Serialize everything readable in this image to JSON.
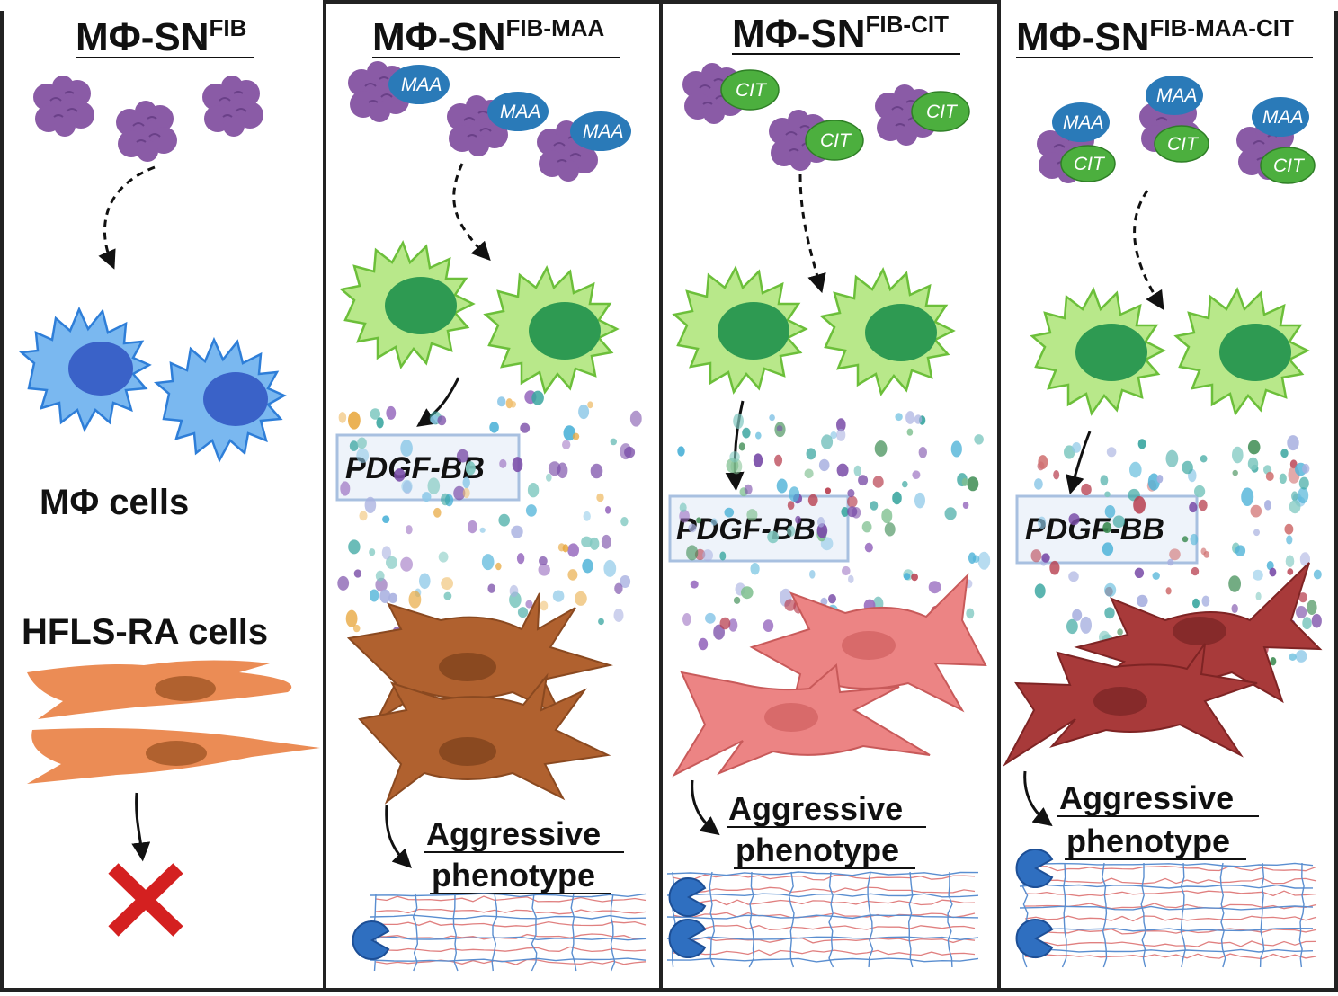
{
  "panels": [
    {
      "title_main": "MΦ-SN",
      "title_sup": "FIB",
      "cells_label": "MΦ cells",
      "hfls_label": "HFLS-RA cells",
      "outcome": "no-effect (red cross)"
    },
    {
      "title_main": "MΦ-SN",
      "title_sup": "FIB-MAA",
      "pdgf_label": "PDGF-BB",
      "phenotype_line1": "Aggressive",
      "phenotype_line2": "phenotype"
    },
    {
      "title_main": "MΦ-SN",
      "title_sup": "FIB-CIT",
      "pdgf_label": "PDGF-BB",
      "phenotype_line1": "Aggressive",
      "phenotype_line2": "phenotype"
    },
    {
      "title_main": "MΦ-SN",
      "title_sup": "FIB-MAA-CIT",
      "pdgf_label": "PDGF-BB",
      "phenotype_line1": "Aggressive",
      "phenotype_line2": "phenotype"
    }
  ],
  "tags": {
    "maa": "MAA",
    "cit": "CIT"
  },
  "colors": {
    "fibrinogen": "#8a5ba6",
    "maa_tag": "#2a7ab8",
    "cit_tag": "#4caf3e",
    "macrophage_resting": "#7ab8f0",
    "macrophage_nucleus_resting": "#3a62c8",
    "macrophage_activated": "#b8e88a",
    "macrophage_nucleus_activated": "#2e9a52",
    "hfls_resting": "#eb8c55",
    "hfls_maa": "#b0612f",
    "hfls_cit": "#ec8484",
    "hfls_maa_cit": "#a83a3a",
    "cross": "#d42020"
  }
}
